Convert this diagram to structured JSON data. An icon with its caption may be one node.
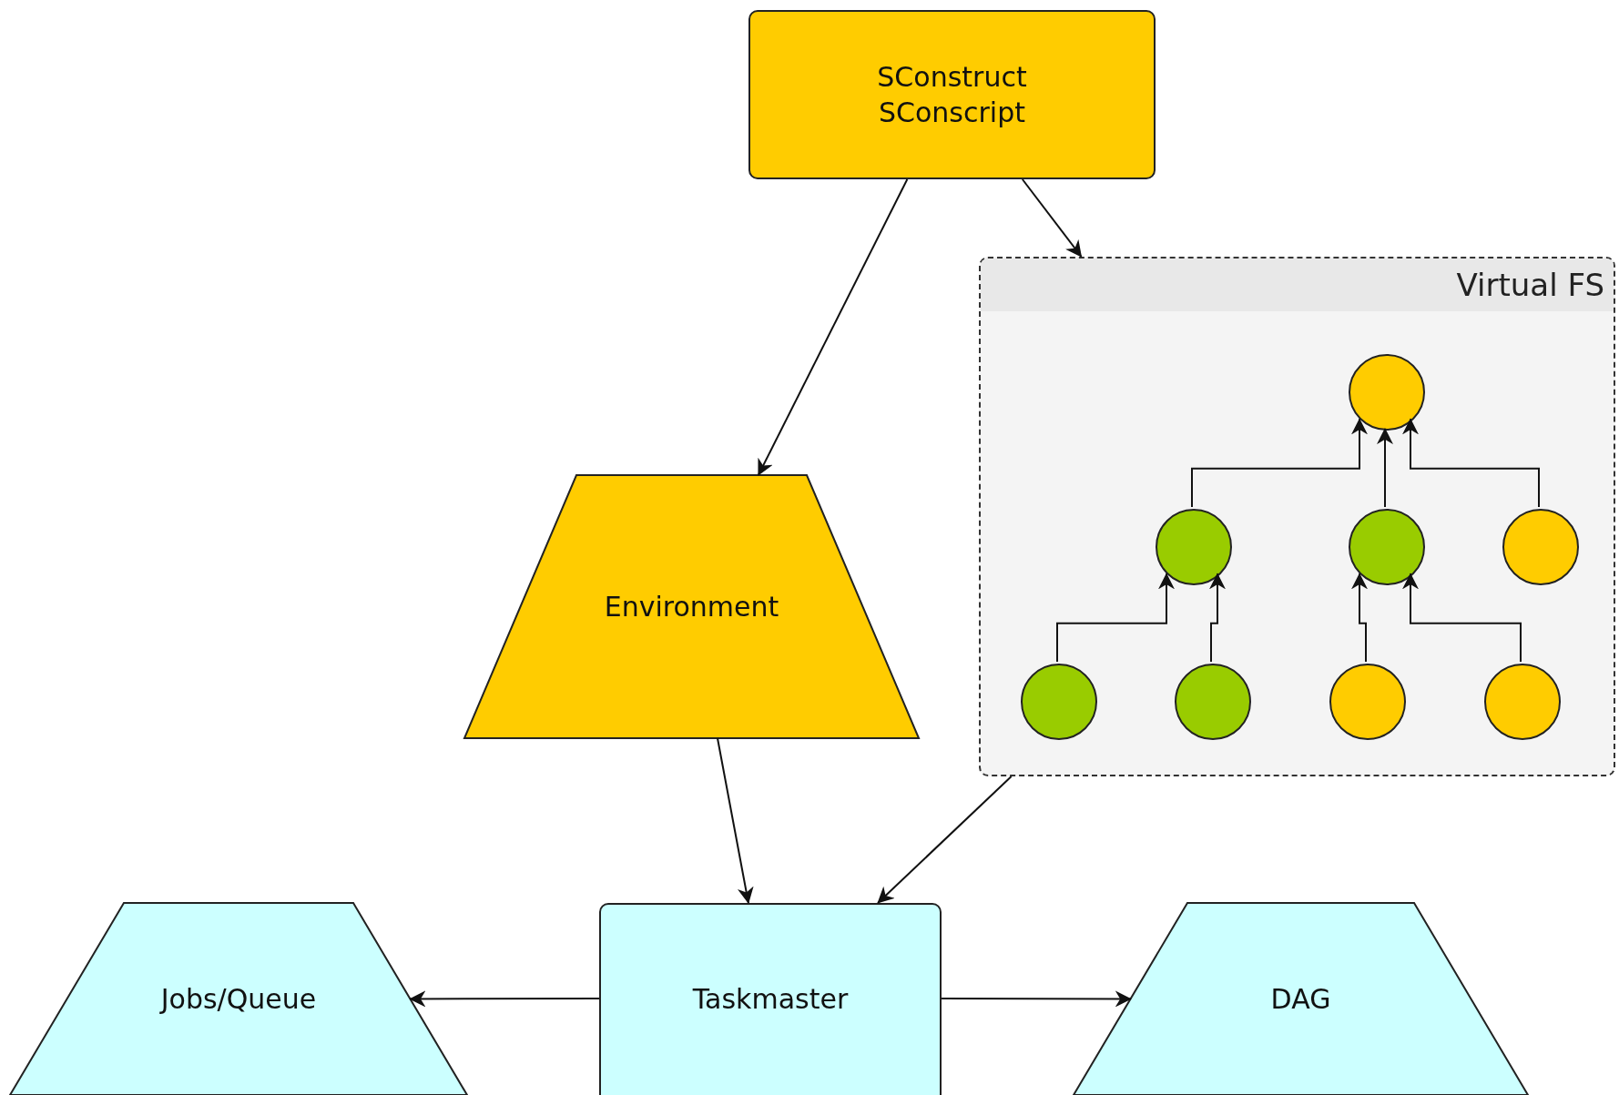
{
  "diagram": {
    "nodes": [
      {
        "text": [
          "SConstruct",
          "SConscript"
        ]
      },
      {
        "text": [
          "Virtual FS"
        ]
      },
      {
        "text": [],
        "shape": "circle",
        "in": 1
      },
      {
        "text": [],
        "shape": "circle",
        "in": 1
      },
      {
        "text": [],
        "shape": "circle",
        "in": 1
      },
      {
        "text": [],
        "shape": "circle",
        "in": 1
      },
      {
        "text": [],
        "shape": "circle",
        "in": 1
      },
      {
        "text": [],
        "shape": "circle",
        "in": 1
      },
      {
        "text": [],
        "shape": "circle",
        "in": 1
      },
      {
        "text": [],
        "shape": "circle",
        "in": 1
      },
      {
        "text": [
          "Environment"
        ]
      },
      {
        "text": [
          "Taskmaster"
        ]
      },
      {
        "text": [
          "Jobs/Queue"
        ]
      },
      {
        "text": [
          "DAG"
        ]
      }
    ],
    "edges": [
      {
        "from": 0,
        "to": 10,
        "arrow": "to"
      },
      {
        "from": 0,
        "to": 1,
        "arrow": "to"
      },
      {
        "from": 10,
        "to": 11,
        "arrow": "to"
      },
      {
        "from": 1,
        "to": 11,
        "arrow": "to"
      },
      {
        "from": 11,
        "to": 12,
        "arrow": "to"
      },
      {
        "from": 11,
        "to": 13,
        "arrow": "to"
      },
      {
        "from": 3,
        "to": 2,
        "arrow": "to"
      },
      {
        "from": 4,
        "to": 2,
        "arrow": "to"
      },
      {
        "from": 5,
        "to": 2,
        "arrow": "to"
      },
      {
        "from": 6,
        "to": 3,
        "arrow": "to"
      },
      {
        "from": 7,
        "to": 3,
        "arrow": "to"
      },
      {
        "from": 8,
        "to": 4,
        "arrow": "to"
      },
      {
        "from": 9,
        "to": 4,
        "arrow": "to"
      }
    ]
  }
}
